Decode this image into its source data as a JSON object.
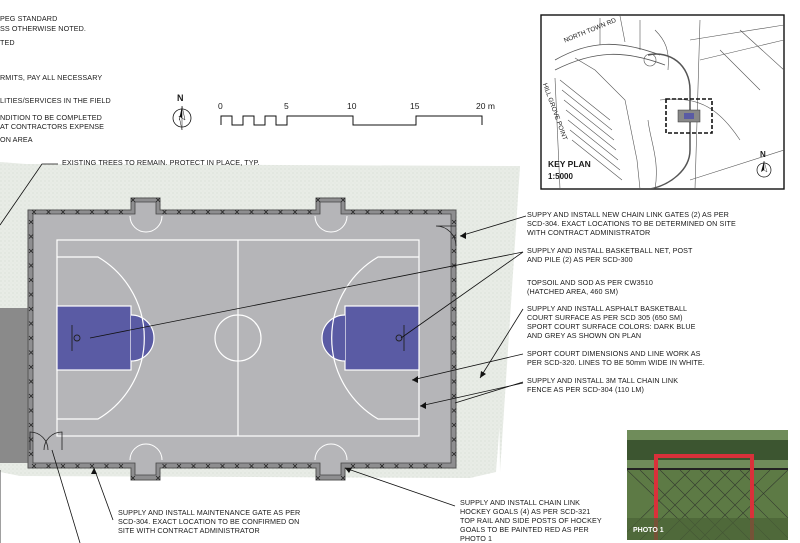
{
  "general_notes": [
    "PEG STANDARD",
    "SS OTHERWISE NOTED.",
    "TED",
    "RMITS, PAY ALL NECESSARY",
    "LITIES/SERVICES IN THE FIELD",
    "NDITION TO BE COMPLETED",
    "AT CONTRACTORS EXPENSE",
    "ON AREA"
  ],
  "scale_bar": {
    "labels": [
      "0",
      "5",
      "10",
      "15",
      "20 m"
    ]
  },
  "north_arrow_label": "N",
  "key_plan": {
    "title": "KEY PLAN",
    "scale": "1:5000",
    "street_labels": [
      "NORTH TOWN RD",
      "HILL GROVE POINT"
    ],
    "north_label": "N"
  },
  "callouts": {
    "existing_trees": "EXISTING TREES TO REMAIN. PROTECT IN PLACE, TYP.",
    "gates": "SUPPY AND INSTALL NEW CHAIN LINK GATES (2) AS PER\nSCD-304. EXACT LOCATIONS TO BE DETERMINED ON SITE\nWITH CONTRACT ADMINISTRATOR",
    "basketball_net": "SUPPLY AND INSTALL BASKETBALL NET, POST\nAND PILE (2) AS PER SCD-300",
    "topsoil": "TOPSOIL AND SOD AS PER CW3510\n(HATCHED AREA, 460 SM)",
    "asphalt": "SUPPLY AND INSTALL ASPHALT BASKETBALL\nCOURT SURFACE AS PER SCD 305 (650 SM)\nSPORT COURT SURFACE COLORS: DARK BLUE\nAND GREY AS SHOWN ON PLAN",
    "dimensions": "SPORT COURT DIMENSIONS AND LINE WORK AS\nPER SCD-320. LINES TO BE 50mm WIDE IN WHITE.",
    "fence": "SUPPLY AND INSTALL 3M TALL CHAIN LINK\nFENCE AS PER SCD-304 (110 LM)",
    "maintenance_gate": "SUPPLY AND INSTALL MAINTENANCE GATE AS PER\nSCD-304. EXACT LOCATION TO BE CONFIRMED ON\nSITE WITH CONTRACT ADMINISTRATOR",
    "hockey": "SUPPLY AND INSTALL CHAIN LINK\nHOCKEY GOALS (4) AS PER SCD-321\nTOP RAIL AND SIDE POSTS OF HOCKEY\nGOALS TO BE PAINTED RED AS PER\nPHOTO 1"
  },
  "photo": {
    "label": "PHOTO 1"
  },
  "colors": {
    "court_grey": "#b5b5b8",
    "key_blue": "#5a5ba4",
    "fence_grey": "#8e8e90",
    "sod_green": "#e6ebe4",
    "paint_red": "#d9313a"
  }
}
